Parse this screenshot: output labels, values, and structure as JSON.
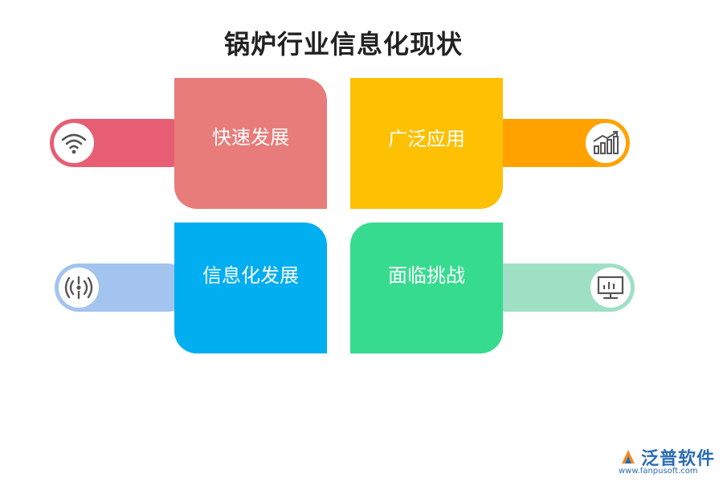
{
  "title": "锅炉行业信息化现状",
  "items": [
    {
      "label": "快速发展",
      "icon": "wifi-icon",
      "card_color": "#E87C7A",
      "bar_color": "#E75E74"
    },
    {
      "label": "广泛应用",
      "icon": "bar-chart-icon",
      "card_color": "#FEC002",
      "bar_color": "#FFA200"
    },
    {
      "label": "信息化发展",
      "icon": "signal-icon",
      "card_color": "#01AEF0",
      "bar_color": "#A2C4EE"
    },
    {
      "label": "面临挑战",
      "icon": "monitor-icon",
      "card_color": "#37DB8F",
      "bar_color": "#9FE0C4"
    }
  ],
  "logo": {
    "name": "泛普软件",
    "url": "www.fanpusoft.com"
  }
}
